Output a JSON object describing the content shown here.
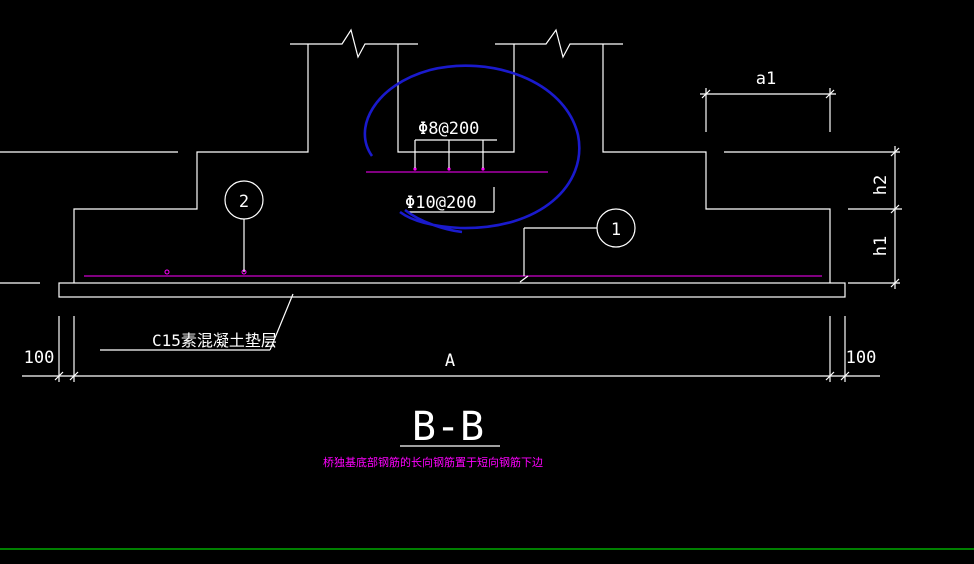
{
  "drawing": {
    "rebar_top": "Φ8@200",
    "rebar_bottom": "Φ10@200",
    "marker_left": "2",
    "marker_right": "1",
    "dim_a1": "a1",
    "dim_h2": "h2",
    "dim_h1": "h1",
    "dim_left": "100",
    "dim_center": "A",
    "dim_right": "100",
    "pad_label": "C15素混凝土垫层",
    "section_title": "B-B",
    "note": "桥独基底部钢筋的长向钢筋置于短向钢筋下边"
  },
  "colors": {
    "background": "#000000",
    "lines": "#ffffff",
    "rebar": "#ff00ff",
    "markup": "#1a1acc",
    "bottom_line": "#00aa00"
  }
}
